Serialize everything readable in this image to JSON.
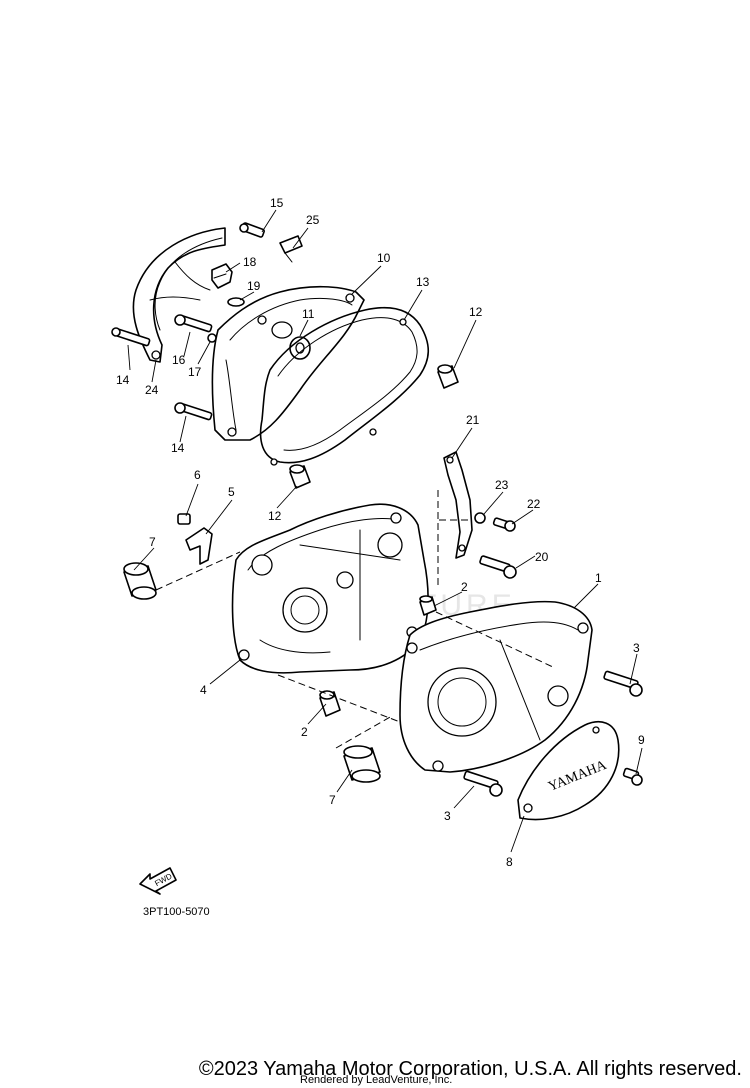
{
  "diagram": {
    "watermark": "LEADVENTURE",
    "reference_code": "3PT100-5070",
    "fwd_label": "FWD",
    "cover_logo": "YAMAHA",
    "callouts": {
      "c15": "15",
      "c25": "25",
      "c18": "18",
      "c10": "10",
      "c19": "19",
      "c13": "13",
      "c12a": "12",
      "c11": "11",
      "c14a": "14",
      "c16": "16",
      "c17": "17",
      "c24": "24",
      "c14b": "14",
      "c21": "21",
      "c6": "6",
      "c5": "5",
      "c23": "23",
      "c22": "22",
      "c12b": "12",
      "c7a": "7",
      "c20": "20",
      "c2a": "2",
      "c1": "1",
      "c3a": "3",
      "c4": "4",
      "c2b": "2",
      "c9": "9",
      "c7b": "7",
      "c3b": "3",
      "c8": "8"
    }
  },
  "footer": {
    "copyright": "©2023 Yamaha Motor Corporation, U.S.A. All rights reserved.",
    "rendered_by": "Rendered by LeadVenture, Inc."
  }
}
